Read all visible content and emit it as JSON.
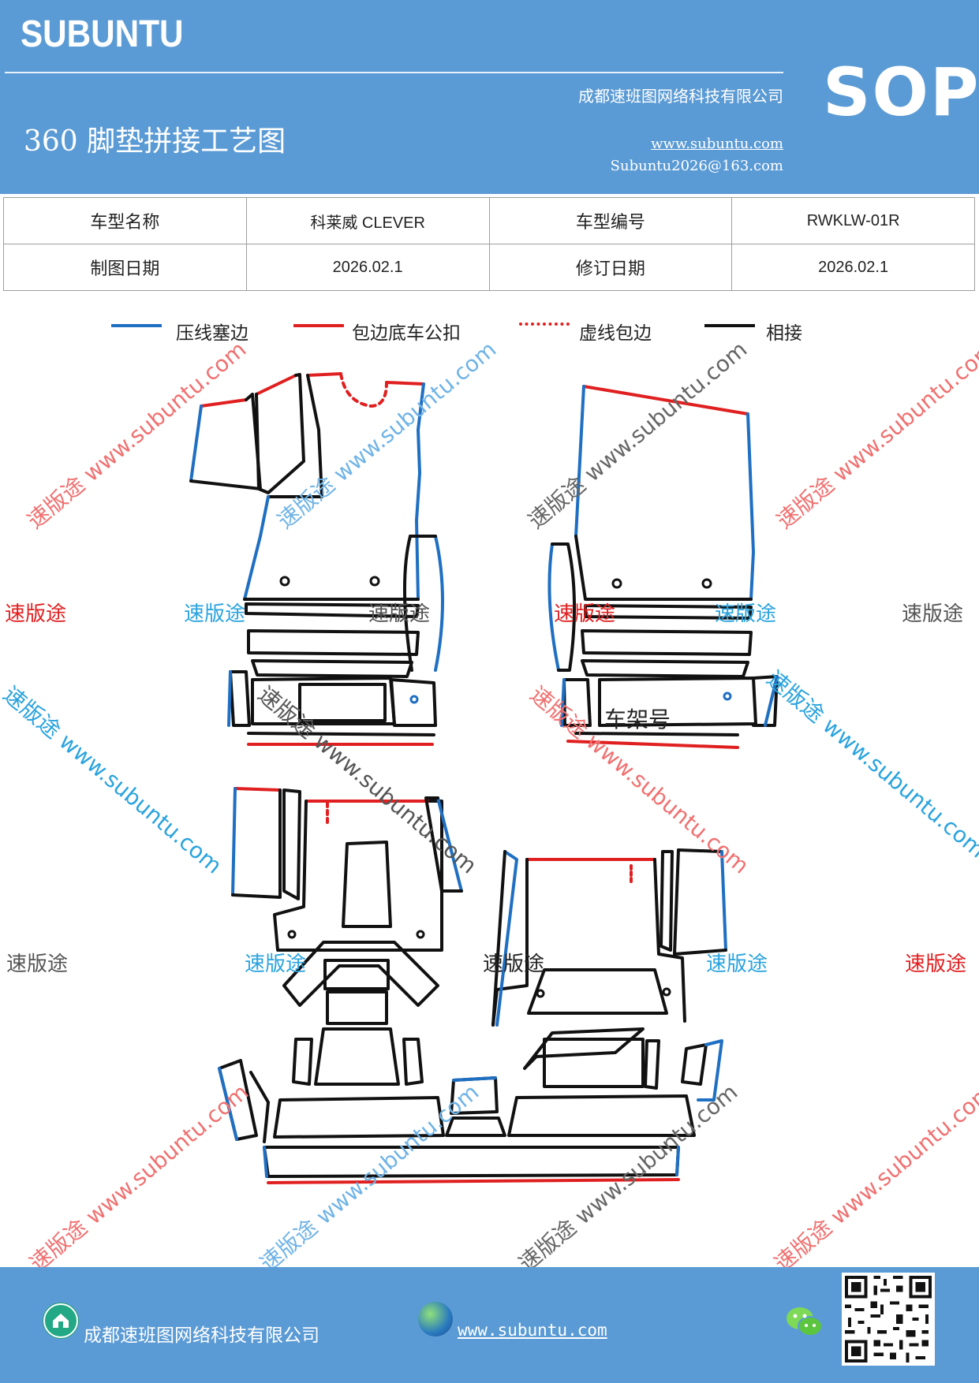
{
  "header": {
    "brand": "SUBUNTU",
    "sop": "SOP",
    "company": "成都速班图网络科技有限公司",
    "title": "360 脚垫拼接工艺图",
    "website": "www.subuntu.com",
    "email": "Subuntu2026@163.com"
  },
  "info_table": {
    "row1": {
      "label1": "车型名称",
      "value1": "科莱威 CLEVER",
      "label2": "车型编号",
      "value2": "RWKLW-01R"
    },
    "row2": {
      "label1": "制图日期",
      "value1": "2026.02.1",
      "label2": "修订日期",
      "value2": "2026.02.1"
    }
  },
  "legend": [
    {
      "label": "压线塞边",
      "color": "#1f6fc2",
      "style": "solid"
    },
    {
      "label": "包边底车公扣",
      "color": "#e02020",
      "style": "solid"
    },
    {
      "label": "虚线包边",
      "color": "#e02020",
      "style": "dashed"
    },
    {
      "label": "相接",
      "color": "#111111",
      "style": "solid"
    }
  ],
  "diagram": {
    "frame_label": "车架号"
  },
  "watermarks": {
    "brand_cn": "速版途",
    "brand_full": "速版途 www.subuntu.com"
  },
  "footer": {
    "company": "成都速班图网络科技有限公司",
    "website": "www.subuntu.com",
    "icons": [
      "home-icon",
      "globe-icon",
      "wechat-icon",
      "qr-code"
    ]
  }
}
